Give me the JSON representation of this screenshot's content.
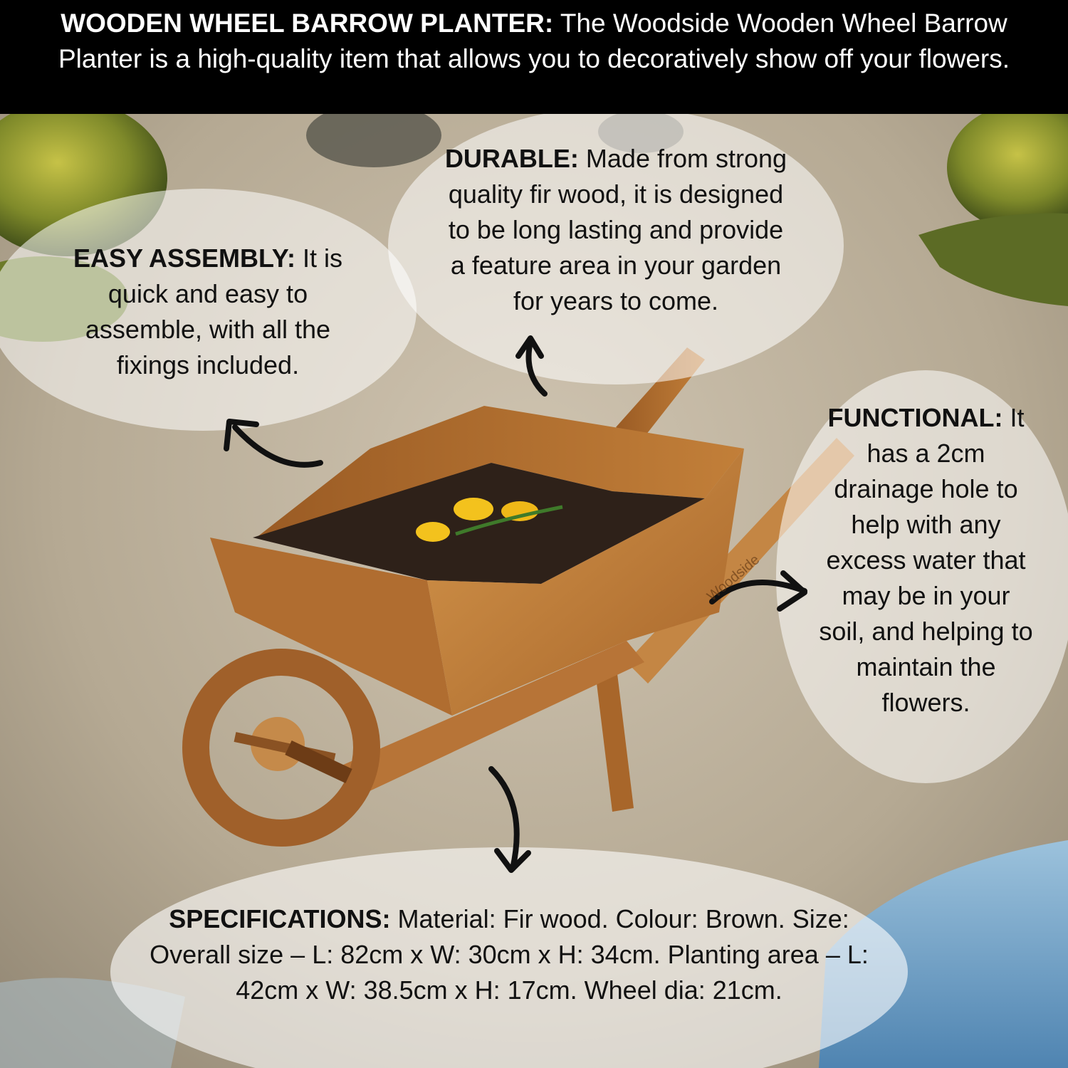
{
  "banner": {
    "heading": "WOODEN WHEEL BARROW PLANTER:",
    "text": " The Woodside Wooden Wheel Barrow Planter is a high-quality item that allows you to decoratively show off your flowers."
  },
  "durable": {
    "heading": "DURABLE:",
    "text": " Made from strong quality fir wood, it is designed to be long lasting and provide a feature area in your garden for years to come."
  },
  "easy_assembly": {
    "heading": "EASY ASSEMBLY:",
    "text": " It is quick and easy to assemble, with all the fixings included."
  },
  "functional": {
    "heading": "FUNCTIONAL:",
    "text": " It has a 2cm drainage hole to help with any excess water that may be in your soil, and helping to maintain the flowers."
  },
  "specifications": {
    "heading": "SPECIFICATIONS:",
    "text": " Material: Fir wood. Colour: Brown. Size: Overall size – L: 82cm x W: 30cm x H: 34cm. Planting area – L: 42cm x W: 38.5cm x H: 17cm. Wheel dia: 21cm."
  },
  "product_brand_mark": "Woodside",
  "colors": {
    "banner_bg": "#000000",
    "banner_text": "#ffffff",
    "wood": "#b9772f",
    "soil": "#2e2119",
    "flower": "#f3c21d",
    "gravel": "#b9ad99",
    "water": "#6c9ec2"
  }
}
